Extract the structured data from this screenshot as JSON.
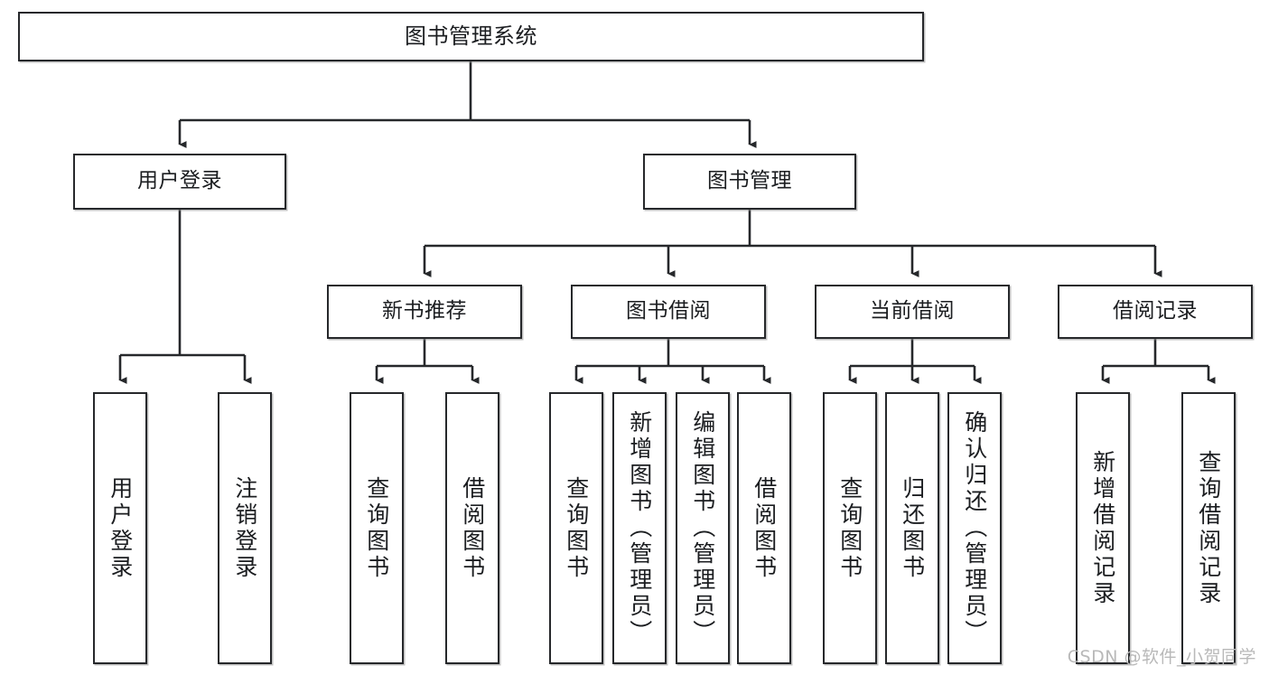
{
  "diagram": {
    "title": "图书管理系统",
    "type": "tree-hierarchy-diagram",
    "orientation": "top-down",
    "colors": {
      "box_border": "#26282b",
      "box_fill": "#ffffff",
      "edge": "#26282b",
      "text": "#1b1d20",
      "watermark": "#b9b9b9",
      "background": "#ffffff"
    },
    "watermark": "CSDN @软件_小贺同学"
  },
  "nodes": {
    "root": {
      "label": "图书管理系统"
    },
    "level1": [
      {
        "id": "user-login",
        "label": "用户登录"
      },
      {
        "id": "book-manage",
        "label": "图书管理"
      }
    ],
    "level2": [
      {
        "id": "new-book-recommend",
        "label": "新书推荐"
      },
      {
        "id": "book-borrow",
        "label": "图书借阅"
      },
      {
        "id": "current-borrow",
        "label": "当前借阅"
      },
      {
        "id": "borrow-record",
        "label": "借阅记录"
      }
    ],
    "leaves": {
      "user_login": [
        {
          "id": "leaf-user-login",
          "label": "用户登录"
        },
        {
          "id": "leaf-logout-login",
          "label": "注销登录"
        }
      ],
      "new_book_recommend": [
        {
          "id": "leaf-query-book-1",
          "label": "查询图书"
        },
        {
          "id": "leaf-borrow-book-1",
          "label": "借阅图书"
        }
      ],
      "book_borrow": [
        {
          "id": "leaf-query-book-2",
          "label": "查询图书"
        },
        {
          "id": "leaf-add-book",
          "label": "新增图书（管理员）"
        },
        {
          "id": "leaf-edit-book",
          "label": "编辑图书（管理员）"
        },
        {
          "id": "leaf-borrow-book-2",
          "label": "借阅图书"
        }
      ],
      "current_borrow": [
        {
          "id": "leaf-query-book-3",
          "label": "查询图书"
        },
        {
          "id": "leaf-return-book",
          "label": "归还图书"
        },
        {
          "id": "leaf-confirm-return",
          "label": "确认归还（管理员）"
        }
      ],
      "borrow_record": [
        {
          "id": "leaf-add-record",
          "label": "新增借阅记录"
        },
        {
          "id": "leaf-query-record",
          "label": "查询借阅记录"
        }
      ]
    }
  }
}
